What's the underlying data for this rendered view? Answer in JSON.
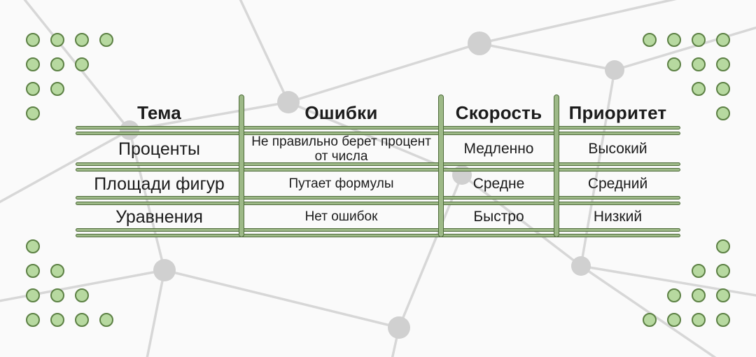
{
  "table": {
    "headers": [
      "Тема",
      "Ошибки",
      "Скорость",
      "Приоритет"
    ],
    "rows": [
      {
        "topic": "Проценты",
        "errors": "Не правильно берет процент от числа",
        "speed": "Медленно",
        "priority": "Высокий"
      },
      {
        "topic": "Площади фигур",
        "errors": "Путает формулы",
        "speed": "Средне",
        "priority": "Средний"
      },
      {
        "topic": "Уравнения",
        "errors": "Нет ошибок",
        "speed": "Быстро",
        "priority": "Низкий"
      }
    ]
  },
  "palette": {
    "canvas_bg": "#fafafa",
    "network_line": "#d7d7d7",
    "network_node": "#d0d0d0",
    "dot_fill": "#b7d9a0",
    "dot_stroke": "#5c8044",
    "divider_fill": "#9db987",
    "divider_stroke": "#4e6b3a",
    "text": "#1c1c1c"
  }
}
